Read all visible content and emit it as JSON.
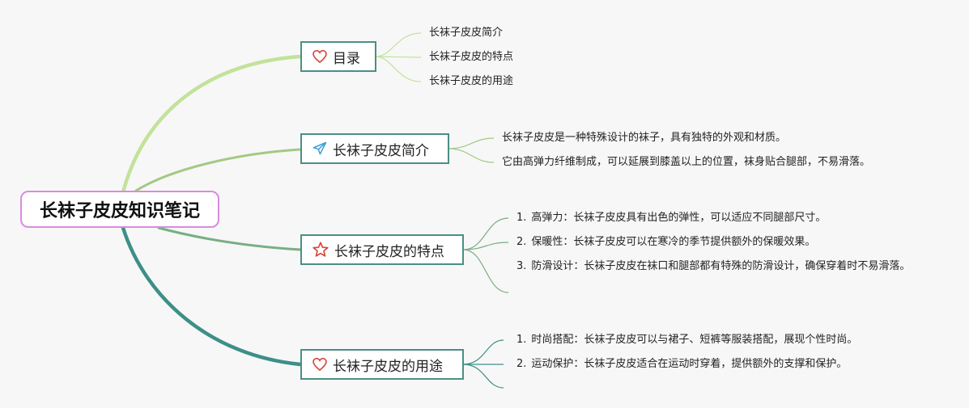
{
  "root": {
    "label": "长袜子皮皮知识笔记"
  },
  "topics": [
    {
      "label": "目录",
      "icon": "heart-icon",
      "children": [
        "长袜子皮皮简介",
        "长袜子皮皮的特点",
        "长袜子皮皮的用途"
      ]
    },
    {
      "label": "长袜子皮皮简介",
      "icon": "paper-plane-icon",
      "children": [
        "长袜子皮皮是一种特殊设计的袜子，具有独特的外观和材质。",
        "它由高弹力纤维制成，可以延展到膝盖以上的位置，袜身贴合腿部，不易滑落。"
      ]
    },
    {
      "label": "长袜子皮皮的特点",
      "icon": "star-icon",
      "children": [
        {
          "num": "1.",
          "text": "高弹力：长袜子皮皮具有出色的弹性，可以适应不同腿部尺寸。"
        },
        {
          "num": "2.",
          "text": "保暖性：长袜子皮皮可以在寒冷的季节提供额外的保暖效果。"
        },
        {
          "num": "3.",
          "text": "防滑设计：长袜子皮皮在袜口和腿部都有特殊的防滑设计，确保穿着时不易滑落。"
        }
      ]
    },
    {
      "label": "长袜子皮皮的用途",
      "icon": "heart-icon",
      "children": [
        {
          "num": "1.",
          "text": "时尚搭配：长袜子皮皮可以与裙子、短裤等服装搭配，展现个性时尚。"
        },
        {
          "num": "2.",
          "text": "运动保护：长袜子皮皮适合在运动时穿着，提供额外的支撑和保护。"
        }
      ]
    }
  ],
  "colors": {
    "root_border": "#d98be0",
    "topic_border": "#4a8f86",
    "branch_1": "#c2e29a",
    "branch_2": "#a3c982",
    "branch_3": "#79ad83",
    "branch_4": "#3d8f88",
    "heart_icon": "#d9463a",
    "plane_icon": "#3a9fd6",
    "star_icon": "#d9463a"
  }
}
